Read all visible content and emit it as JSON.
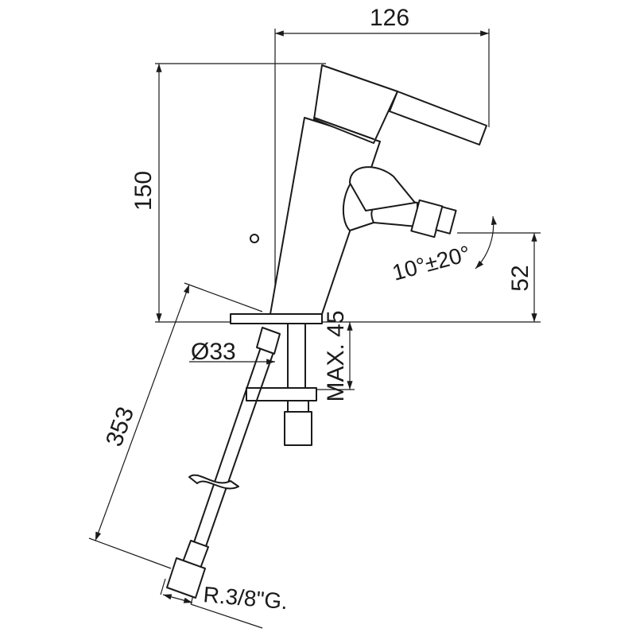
{
  "dimensions": {
    "width": "126",
    "height": "150",
    "spout_height": "52",
    "spout_angle": "10°±20°",
    "base_diameter": "Ø33",
    "max_thickness": "MAX. 45",
    "hose_length": "353",
    "connection": "R.3/8\"G."
  }
}
